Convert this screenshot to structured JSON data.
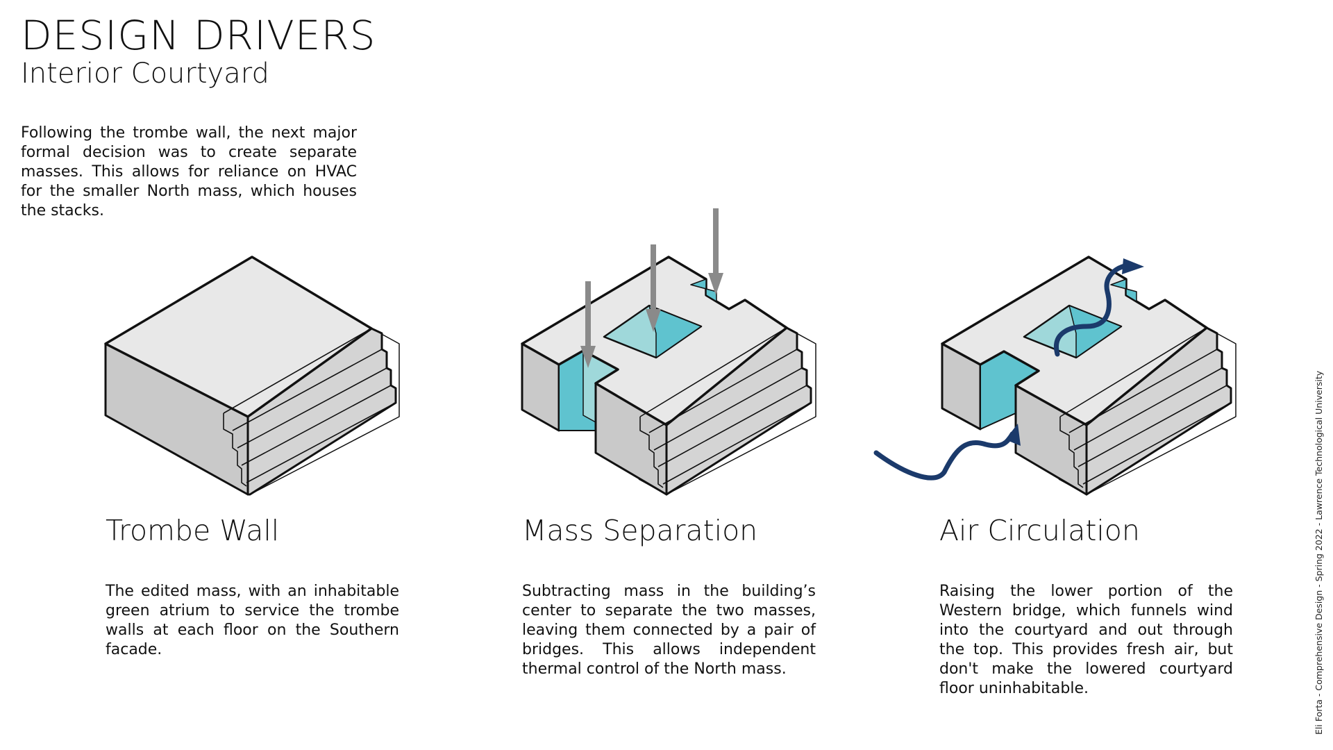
{
  "header": {
    "title": "DESIGN DRIVERS",
    "subtitle": "Interior Courtyard",
    "intro": "Following the trombe wall, the next major formal decision was to create separate masses. This allows for reliance on HVAC for the smaller North mass, which houses the stacks."
  },
  "panels": [
    {
      "heading": "Trombe Wall",
      "description": "The edited mass, with an inhabitable green atrium to service the trombe walls at each floor on the Southern facade."
    },
    {
      "heading": "Mass Separation",
      "description": "Subtracting mass in the building’s center to separate the two masses, leaving them connected by a pair of bridges. This allows independent thermal control of the North mass."
    },
    {
      "heading": "Air Circulation",
      "description": "Raising the lower portion of the Western bridge, which funnels wind into the courtyard and out through the top. This provides fresh air, but don't make the lowered courtyard floor uninhabitable."
    }
  ],
  "credit": "Eli Forta - Comprehensive Design - Spring 2022 - Lawrence Technological University",
  "colors": {
    "mass_top": "#e8e8e8",
    "mass_left": "#c9c9c9",
    "mass_right": "#d4d4d4",
    "courtyard": "#5fc3cf",
    "courtyard_light": "#9fd8da",
    "arrow_gray": "#8a8a8a",
    "airflow": "#1b3a6b",
    "outline": "#111111"
  },
  "icons": [
    "gray-down-arrow-icon",
    "airflow-arrow-icon"
  ]
}
